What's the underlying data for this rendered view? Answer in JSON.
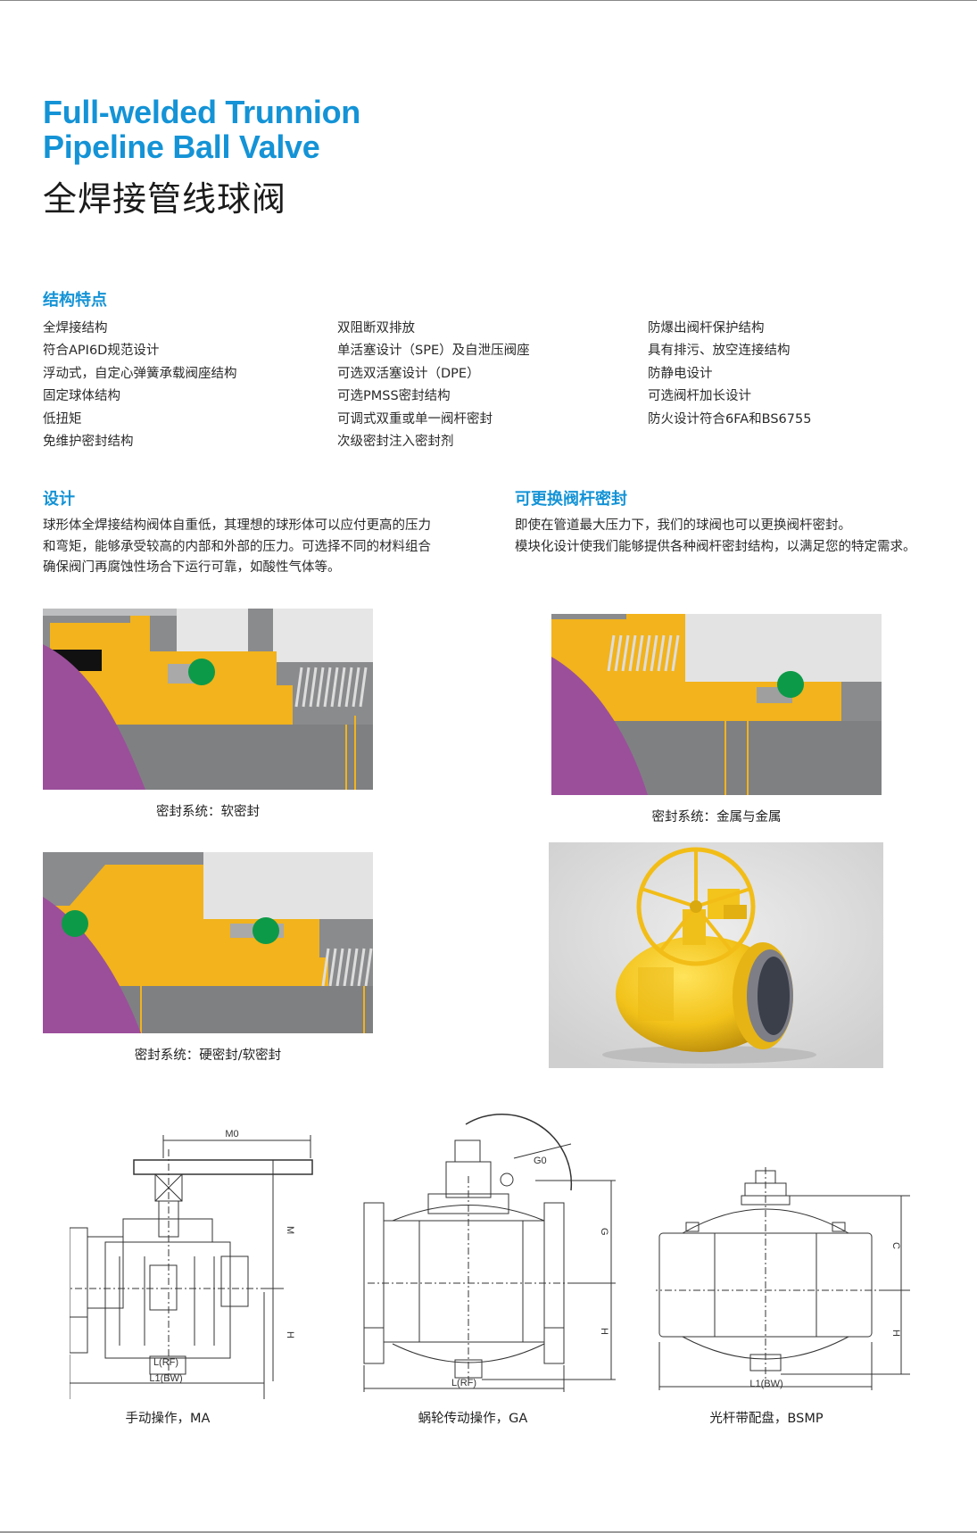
{
  "header": {
    "title_en_line1": "Full-welded Trunnion",
    "title_en_line2": "Pipeline Ball Valve",
    "title_cn": "全焊接管线球阀"
  },
  "features": {
    "heading": "结构特点",
    "col1": [
      "全焊接结构",
      "符合API6D规范设计",
      "浮动式，自定心弹簧承载阀座结构",
      "固定球体结构",
      "低扭矩",
      "免维护密封结构"
    ],
    "col2": [
      "双阻断双排放",
      "单活塞设计（SPE）及自泄压阀座",
      "可选双活塞设计（DPE）",
      "可选PMSS密封结构",
      "可调式双重或单一阀杆密封",
      "次级密封注入密封剂"
    ],
    "col3": [
      "防爆出阀杆保护结构",
      "具有排污、放空连接结构",
      "防静电设计",
      "可选阀杆加长设计",
      "防火设计符合6FA和BS6755"
    ]
  },
  "design": {
    "heading": "设计",
    "lines": [
      "球形体全焊接结构阀体自重低，其理想的球形体可以应付更高的压力",
      "和弯矩，能够承受较高的内部和外部的压力。可选择不同的材料组合",
      "确保阀门再腐蚀性场合下运行可靠，如酸性气体等。"
    ]
  },
  "stem_seal": {
    "heading": "可更换阀杆密封",
    "lines": [
      "即使在管道最大压力下，我们的球阀也可以更换阀杆密封。",
      "模块化设计使我们能够提供各种阀杆密封结构，以满足您的特定需求。"
    ]
  },
  "captions": {
    "soft_seal": "密封系统：软密封",
    "metal_seal": "密封系统：金属与金属",
    "hard_soft_seal": "密封系统：硬密封/软密封"
  },
  "drawings": {
    "ma": {
      "caption": "手动操作，MA",
      "dim_top": "M0",
      "dim_side1": "M",
      "dim_side2": "H",
      "dim_l": "L(RF)",
      "dim_l1": "L1(BW)"
    },
    "ga": {
      "caption": "蜗轮传动操作，GA",
      "dim_top": "G0",
      "dim_side1": "G",
      "dim_side2": "H",
      "dim_l": "L(RF)"
    },
    "bsmp": {
      "caption": "光杆带配盘，BSMP",
      "dim_side1": "C",
      "dim_side2": "H",
      "dim_l1": "L1(BW)"
    }
  },
  "colors": {
    "accent": "#1493d6",
    "seal_yellow": "#f2b31c",
    "ball_purple": "#9b4f9b",
    "seal_green": "#0d9a48",
    "steel_gray": "#8a8b8d"
  }
}
